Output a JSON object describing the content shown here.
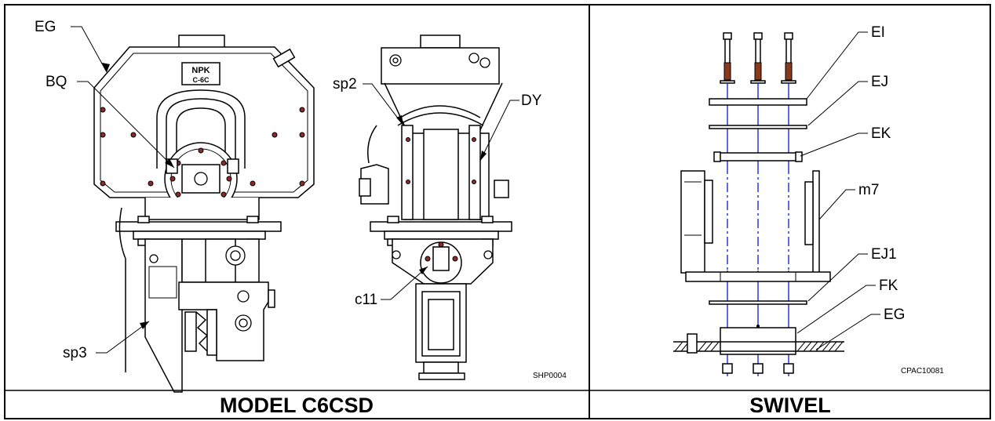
{
  "panels": {
    "left": {
      "caption": "MODEL C6CSD",
      "drawing_code": "SHP0004"
    },
    "right": {
      "caption": "SWIVEL",
      "drawing_code": "CPAC10081"
    }
  },
  "callouts": {
    "left": [
      "EG",
      "BQ",
      "sp3",
      "sp2",
      "DY",
      "c11"
    ],
    "right": [
      "EI",
      "EJ",
      "EK",
      "m7",
      "EJ1",
      "FK",
      "EG"
    ]
  },
  "nameplate": {
    "line1": "NPK",
    "line2": "C-6C"
  }
}
